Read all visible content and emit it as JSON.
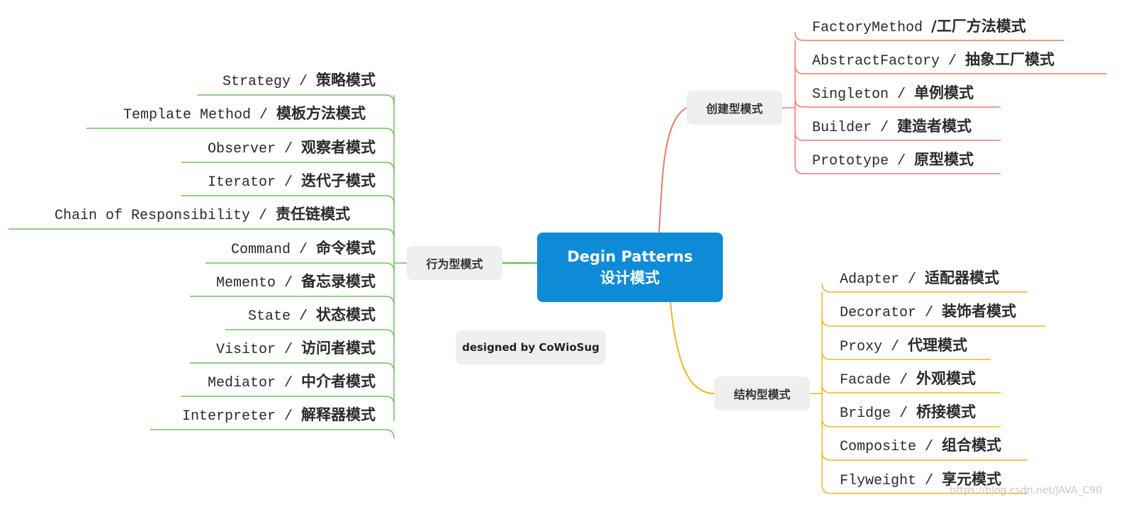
{
  "center": {
    "title_en": "Degin Patterns",
    "title_zh": "设计模式"
  },
  "credit": "designed by CoWioSug",
  "watermark": "https://blog.csdn.net/JAVA_C90",
  "colors": {
    "center": "#0e8bd6",
    "creational": "#ef7a67",
    "structural": "#f3b51c",
    "behavioral": "#6dc159",
    "node_bg": "#efefef"
  },
  "creational": {
    "label": "创建型模式",
    "items": [
      {
        "en": "FactoryMethod",
        "zh": "/工厂方法模式",
        "sep": ""
      },
      {
        "en": "AbstractFactory",
        "sep": "/",
        "zh": "抽象工厂模式"
      },
      {
        "en": "Singleton",
        "sep": "/",
        "zh": "单例模式"
      },
      {
        "en": "Builder",
        "sep": "/",
        "zh": "建造者模式"
      },
      {
        "en": "Prototype",
        "sep": "/",
        "zh": "原型模式"
      }
    ]
  },
  "structural": {
    "label": "结构型模式",
    "items": [
      {
        "en": "Adapter",
        "sep": "/",
        "zh": "适配器模式"
      },
      {
        "en": "Decorator",
        "sep": "/",
        "zh": "装饰者模式"
      },
      {
        "en": "Proxy",
        "sep": "/",
        "zh": "代理模式"
      },
      {
        "en": "Facade",
        "sep": "/",
        "zh": "外观模式"
      },
      {
        "en": "Bridge",
        "sep": "/",
        "zh": "桥接模式"
      },
      {
        "en": "Composite",
        "sep": "/",
        "zh": "组合模式"
      },
      {
        "en": "Flyweight",
        "sep": "/",
        "zh": "享元模式"
      }
    ]
  },
  "behavioral": {
    "label": "行为型模式",
    "items": [
      {
        "en": "Strategy",
        "sep": "/",
        "zh": "策略模式"
      },
      {
        "en": "Template Method",
        "sep": "/",
        "zh": "模板方法模式"
      },
      {
        "en": "Observer",
        "sep": "/",
        "zh": "观察者模式"
      },
      {
        "en": "Iterator",
        "sep": "/",
        "zh": "迭代子模式"
      },
      {
        "en": "Chain of Responsibility",
        "sep": "/",
        "zh": "责任链模式"
      },
      {
        "en": "Command",
        "sep": "/",
        "zh": "命令模式"
      },
      {
        "en": "Memento",
        "sep": "/",
        "zh": "备忘录模式"
      },
      {
        "en": "State",
        "sep": "/",
        "zh": "状态模式"
      },
      {
        "en": "Visitor",
        "sep": "/",
        "zh": "访问者模式"
      },
      {
        "en": "Mediator",
        "sep": "/",
        "zh": "中介者模式"
      },
      {
        "en": "Interpreter",
        "sep": "/",
        "zh": "解释器模式"
      }
    ]
  }
}
